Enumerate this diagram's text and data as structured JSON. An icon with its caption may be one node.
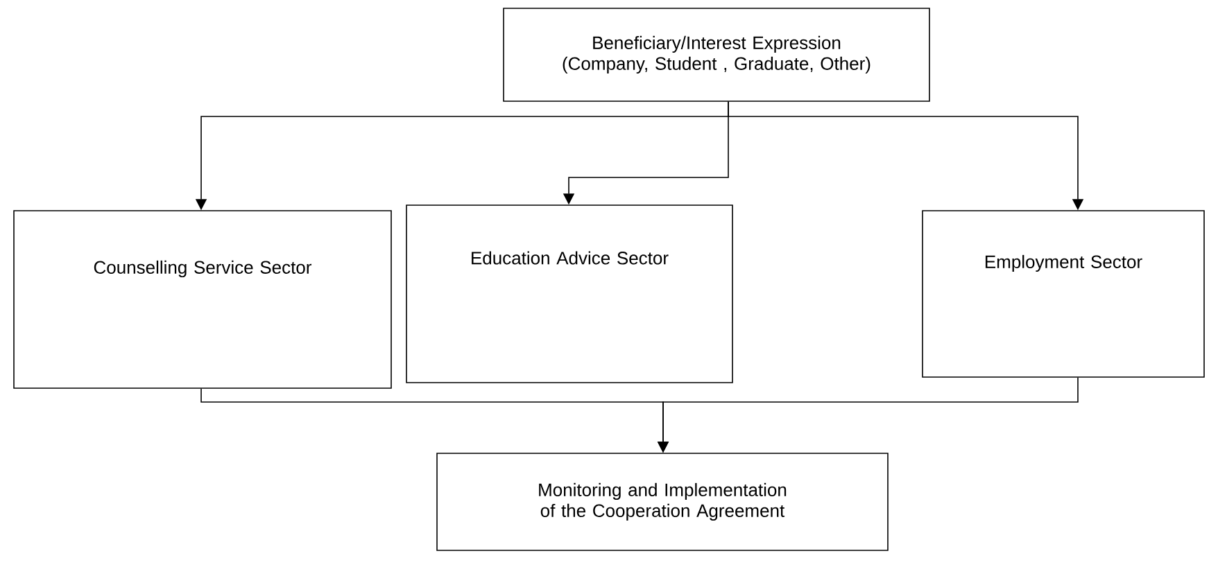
{
  "diagram": {
    "nodes": [
      {
        "text": [
          "Beneficiary/Interest Expression (Company, Student , Graduate, Other)"
        ]
      },
      {
        "text": [
          "Counselling Service Sector"
        ]
      },
      {
        "text": [
          "Education Advice Sector"
        ]
      },
      {
        "text": [
          "Employment Sector"
        ]
      },
      {
        "text": [
          "Monitoring and Implementation of the Cooperation Agreement"
        ]
      }
    ],
    "edges": [
      {
        "from": 0,
        "to": 1,
        "arrow": "to"
      },
      {
        "from": 0,
        "to": 2,
        "arrow": "to"
      },
      {
        "from": 0,
        "to": 3,
        "arrow": "to"
      },
      {
        "from": 1,
        "to": 4,
        "arrow": "to"
      },
      {
        "from": 3,
        "to": 4,
        "arrow": "to"
      }
    ]
  }
}
